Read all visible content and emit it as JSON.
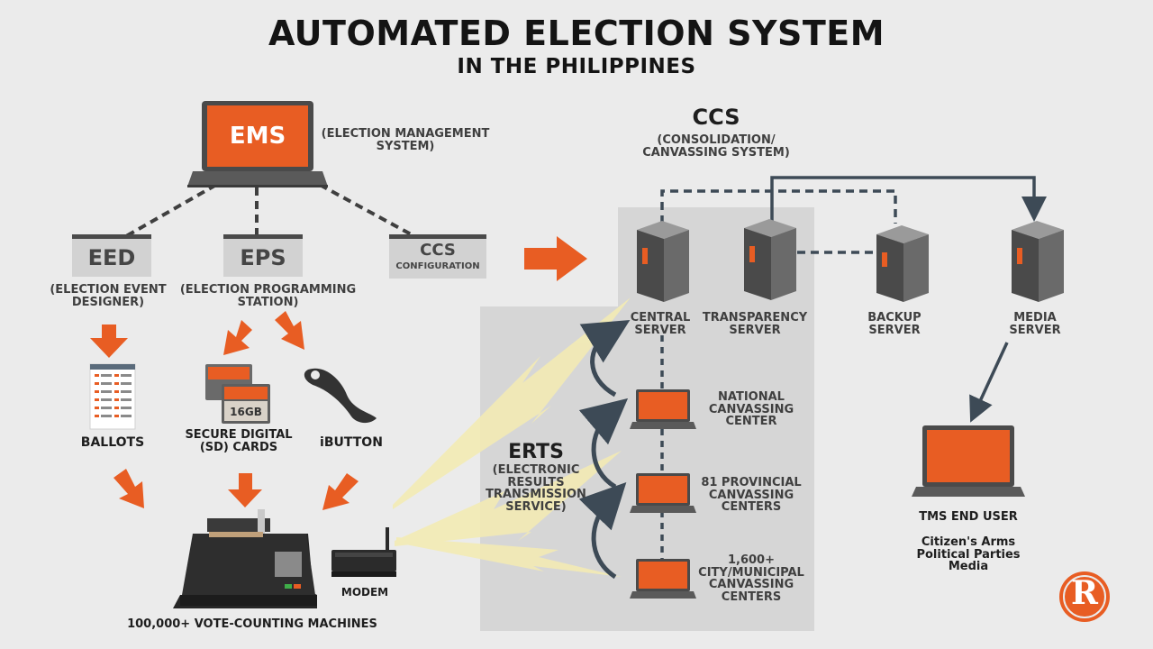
{
  "title": "AUTOMATED ELECTION SYSTEM",
  "subtitle": "IN THE PHILIPPINES",
  "ems": {
    "label": "EMS",
    "caption": "(ELECTION MANAGEMENT\nSYSTEM)"
  },
  "eed": {
    "label": "EED",
    "caption": "(ELECTION EVENT\nDESIGNER)"
  },
  "eps": {
    "label": "EPS",
    "caption": "(ELECTION PROGRAMMING\nSTATION)"
  },
  "ccs_config": {
    "label": "CCS",
    "sublabel": "CONFIGURATION"
  },
  "ccs": {
    "label": "CCS",
    "caption": "(CONSOLIDATION/\nCANVASSING SYSTEM)"
  },
  "servers": {
    "central": "CENTRAL\nSERVER",
    "transparency": "TRANSPARENCY\nSERVER",
    "backup": "BACKUP\nSERVER",
    "media": "MEDIA\nSERVER"
  },
  "centers": {
    "national": "NATIONAL\nCANVASSING\nCENTER",
    "provincial": "81 PROVINCIAL\nCANVASSING\nCENTERS",
    "city": "1,600+\nCITY/MUNICIPAL\nCANVASSING\nCENTERS"
  },
  "erts": {
    "label": "ERTS",
    "caption": "(ELECTRONIC\nRESULTS\nTRANSMISSION\nSERVICE)"
  },
  "ballots": "BALLOTS",
  "sd_cards": {
    "label": "SECURE DIGITAL\n(SD) CARDS",
    "capacity": "16GB"
  },
  "ibutton": "iBUTTON",
  "modem": "MODEM",
  "vcm": "100,000+ VOTE-COUNTING MACHINES",
  "tms": {
    "label": "TMS END USER",
    "users": "Citizen's Arms\nPolitical Parties\nMedia"
  },
  "logo_letter": "R",
  "colors": {
    "accent": "#e85d23",
    "dark": "#3a3a3a",
    "panel": "#d6d6d6",
    "background": "#ebebeb"
  }
}
